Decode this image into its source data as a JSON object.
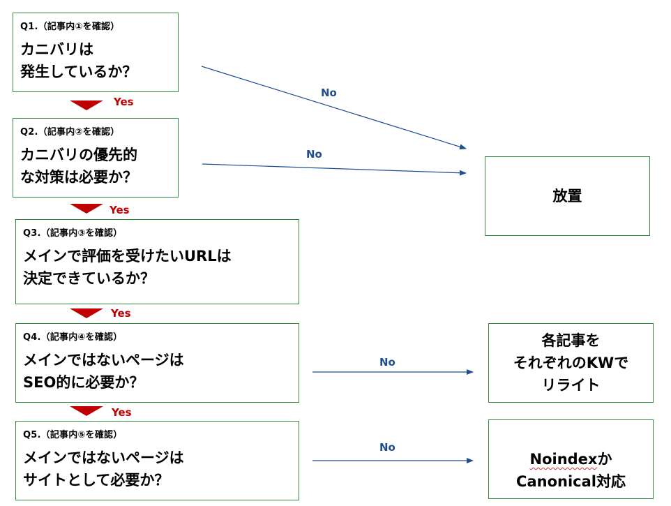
{
  "questions": [
    {
      "label": "Q1.（記事内①を確認）",
      "text": "カニバリは\n発生しているか？"
    },
    {
      "label": "Q2.（記事内②を確認）",
      "text": "カニバリの優先的\nな対策は必要か？"
    },
    {
      "label": "Q3.（記事内③を確認）",
      "text": "メインで評価を受けたいURLは\n決定できているか？"
    },
    {
      "label": "Q4.（記事内④を確認）",
      "text": "メインではないページは\nSEO的に必要か？"
    },
    {
      "label": "Q5.（記事内⑤を確認）",
      "text": "メインではないページは\nサイトとして必要か？"
    }
  ],
  "yes_label": "Yes",
  "no_label": "No",
  "results": {
    "leave": "放置",
    "rewrite": "各記事を\nそれぞれのKWで\nリライト",
    "noindex_word": "Noindex",
    "noindex_suffix": "か",
    "canonical": "Canonical対応"
  },
  "colors": {
    "box_border": "#2e8b3e",
    "yes": "#c00000",
    "no_arrow": "#1f4e8c"
  }
}
